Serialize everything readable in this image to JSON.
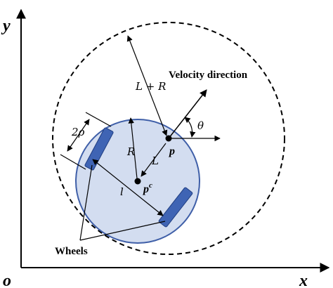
{
  "labels": {
    "y_axis": "y",
    "x_axis": "x",
    "origin": "o",
    "velocity_direction": "Velocity direction",
    "l_plus_R": "L + R",
    "two_rho": "2ρ",
    "R": "R",
    "L": "L",
    "p": "p",
    "pc_base": "p",
    "pc_sup": "c",
    "l": "l",
    "theta": "θ",
    "wheels": "Wheels"
  },
  "colors": {
    "robot_fill": "#d3ddf0",
    "robot_stroke": "#3f5fa8",
    "wheel_fill": "#3f64b4",
    "ink": "#000000"
  }
}
